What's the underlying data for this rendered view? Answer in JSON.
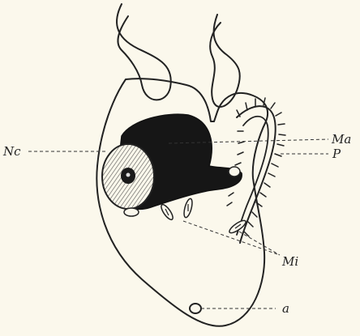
{
  "labels": {
    "nc": "Nc",
    "ma": "Ma",
    "p": "P",
    "mi": "Mi",
    "a": "a"
  }
}
